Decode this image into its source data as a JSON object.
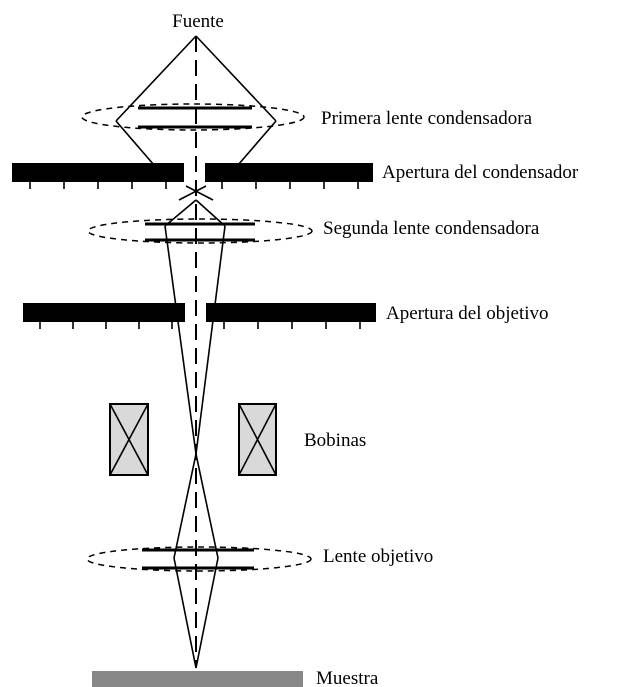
{
  "diagram": {
    "labels": {
      "source": "Fuente",
      "first_condenser": "Primera lente condensadora",
      "condenser_aperture": "Apertura del condensador",
      "second_condenser": "Segunda lente condensadora",
      "objective_aperture": "Apertura del objetivo",
      "coils": "Bobinas",
      "objective_lens": "Lente objetivo",
      "sample": "Muestra"
    },
    "colors": {
      "line": "#000000",
      "coil_fill": "#d9d9d9",
      "sample_fill": "#888888"
    }
  }
}
